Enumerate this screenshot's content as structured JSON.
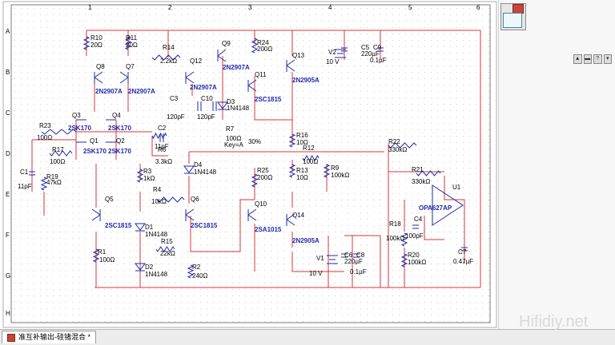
{
  "tab": {
    "label": "准互补输出-硅锗混合 *"
  },
  "watermark": "Hifidiy.net",
  "components": [
    {
      "ref": "R10",
      "value": "20Ω"
    },
    {
      "ref": "R11",
      "value": "20Ω"
    },
    {
      "ref": "R14",
      "value": "2.2kΩ"
    },
    {
      "ref": "R24",
      "value": "200Ω"
    },
    {
      "ref": "Q8",
      "value": "2N2907A"
    },
    {
      "ref": "Q7",
      "value": "2N2907A"
    },
    {
      "ref": "Q12",
      "value": "2N2907A"
    },
    {
      "ref": "Q9",
      "value": "2N2907A"
    },
    {
      "ref": "Q11",
      "value": "2SC1815"
    },
    {
      "ref": "Q13",
      "value": "2N2905A"
    },
    {
      "ref": "C3",
      "value": "120pF"
    },
    {
      "ref": "C10",
      "value": "120pF"
    },
    {
      "ref": "D3",
      "value": "1N4148"
    },
    {
      "ref": "Q3",
      "value": "2SK170"
    },
    {
      "ref": "Q4",
      "value": "2SK170"
    },
    {
      "ref": "R23",
      "value": "100Ω"
    },
    {
      "ref": "Q1",
      "value": "2SK170"
    },
    {
      "ref": "Q2",
      "value": "2SK170"
    },
    {
      "ref": "C2",
      "value": "11pF"
    },
    {
      "ref": "R6",
      "value": "3.3kΩ"
    },
    {
      "ref": "R7",
      "value": "100Ω"
    },
    {
      "ref": "R16",
      "value": "10Ω"
    },
    {
      "ref": "R12",
      "value": "100Ω"
    },
    {
      "ref": "R17",
      "value": "100Ω"
    },
    {
      "ref": "C1",
      "value": "11pF"
    },
    {
      "ref": "R19",
      "value": "47kΩ"
    },
    {
      "ref": "R3",
      "value": "1kΩ"
    },
    {
      "ref": "D4",
      "value": "1N4148"
    },
    {
      "ref": "R25",
      "value": "200Ω"
    },
    {
      "ref": "R13",
      "value": "10Ω"
    },
    {
      "ref": "R9",
      "value": "100kΩ"
    },
    {
      "ref": "R22",
      "value": "330kΩ"
    },
    {
      "ref": "R21",
      "value": "330kΩ"
    },
    {
      "ref": "R4",
      "value": "10kΩ"
    },
    {
      "ref": "Q5",
      "value": "2SC1815"
    },
    {
      "ref": "Q6",
      "value": "2SC1815"
    },
    {
      "ref": "Q10",
      "value": "2SA1015"
    },
    {
      "ref": "Q14",
      "value": "2N2905A"
    },
    {
      "ref": "D1",
      "value": "1N4148"
    },
    {
      "ref": "R15",
      "value": "22kΩ"
    },
    {
      "ref": "R1",
      "value": "100Ω"
    },
    {
      "ref": "D2",
      "value": "1N4148"
    },
    {
      "ref": "R2",
      "value": "240Ω"
    },
    {
      "ref": "V1",
      "value": "10 V"
    },
    {
      "ref": "C6",
      "value": "220µF"
    },
    {
      "ref": "C8",
      "value": "0.1µF"
    },
    {
      "ref": "V2",
      "value": "10 V"
    },
    {
      "ref": "C5",
      "value": "220µF"
    },
    {
      "ref": "C9",
      "value": "0.1µF"
    },
    {
      "ref": "U1",
      "value": "OPA627AP"
    },
    {
      "ref": "R18",
      "value": "100kΩ"
    },
    {
      "ref": "C4",
      "value": "100pF"
    },
    {
      "ref": "R20",
      "value": "100kΩ"
    },
    {
      "ref": "C7",
      "value": "0.47µF"
    }
  ],
  "pot": {
    "key": "Key=A",
    "setting": "30%"
  },
  "border_letters": [
    "A",
    "B",
    "C",
    "D",
    "E",
    "F",
    "G",
    "H"
  ],
  "border_numbers": [
    "1",
    "2",
    "3",
    "4",
    "5",
    "6"
  ],
  "colors": {
    "wire": "#d9343a",
    "component": "#1f2aa8",
    "label": "#000000",
    "border": "#7a7a7a"
  }
}
